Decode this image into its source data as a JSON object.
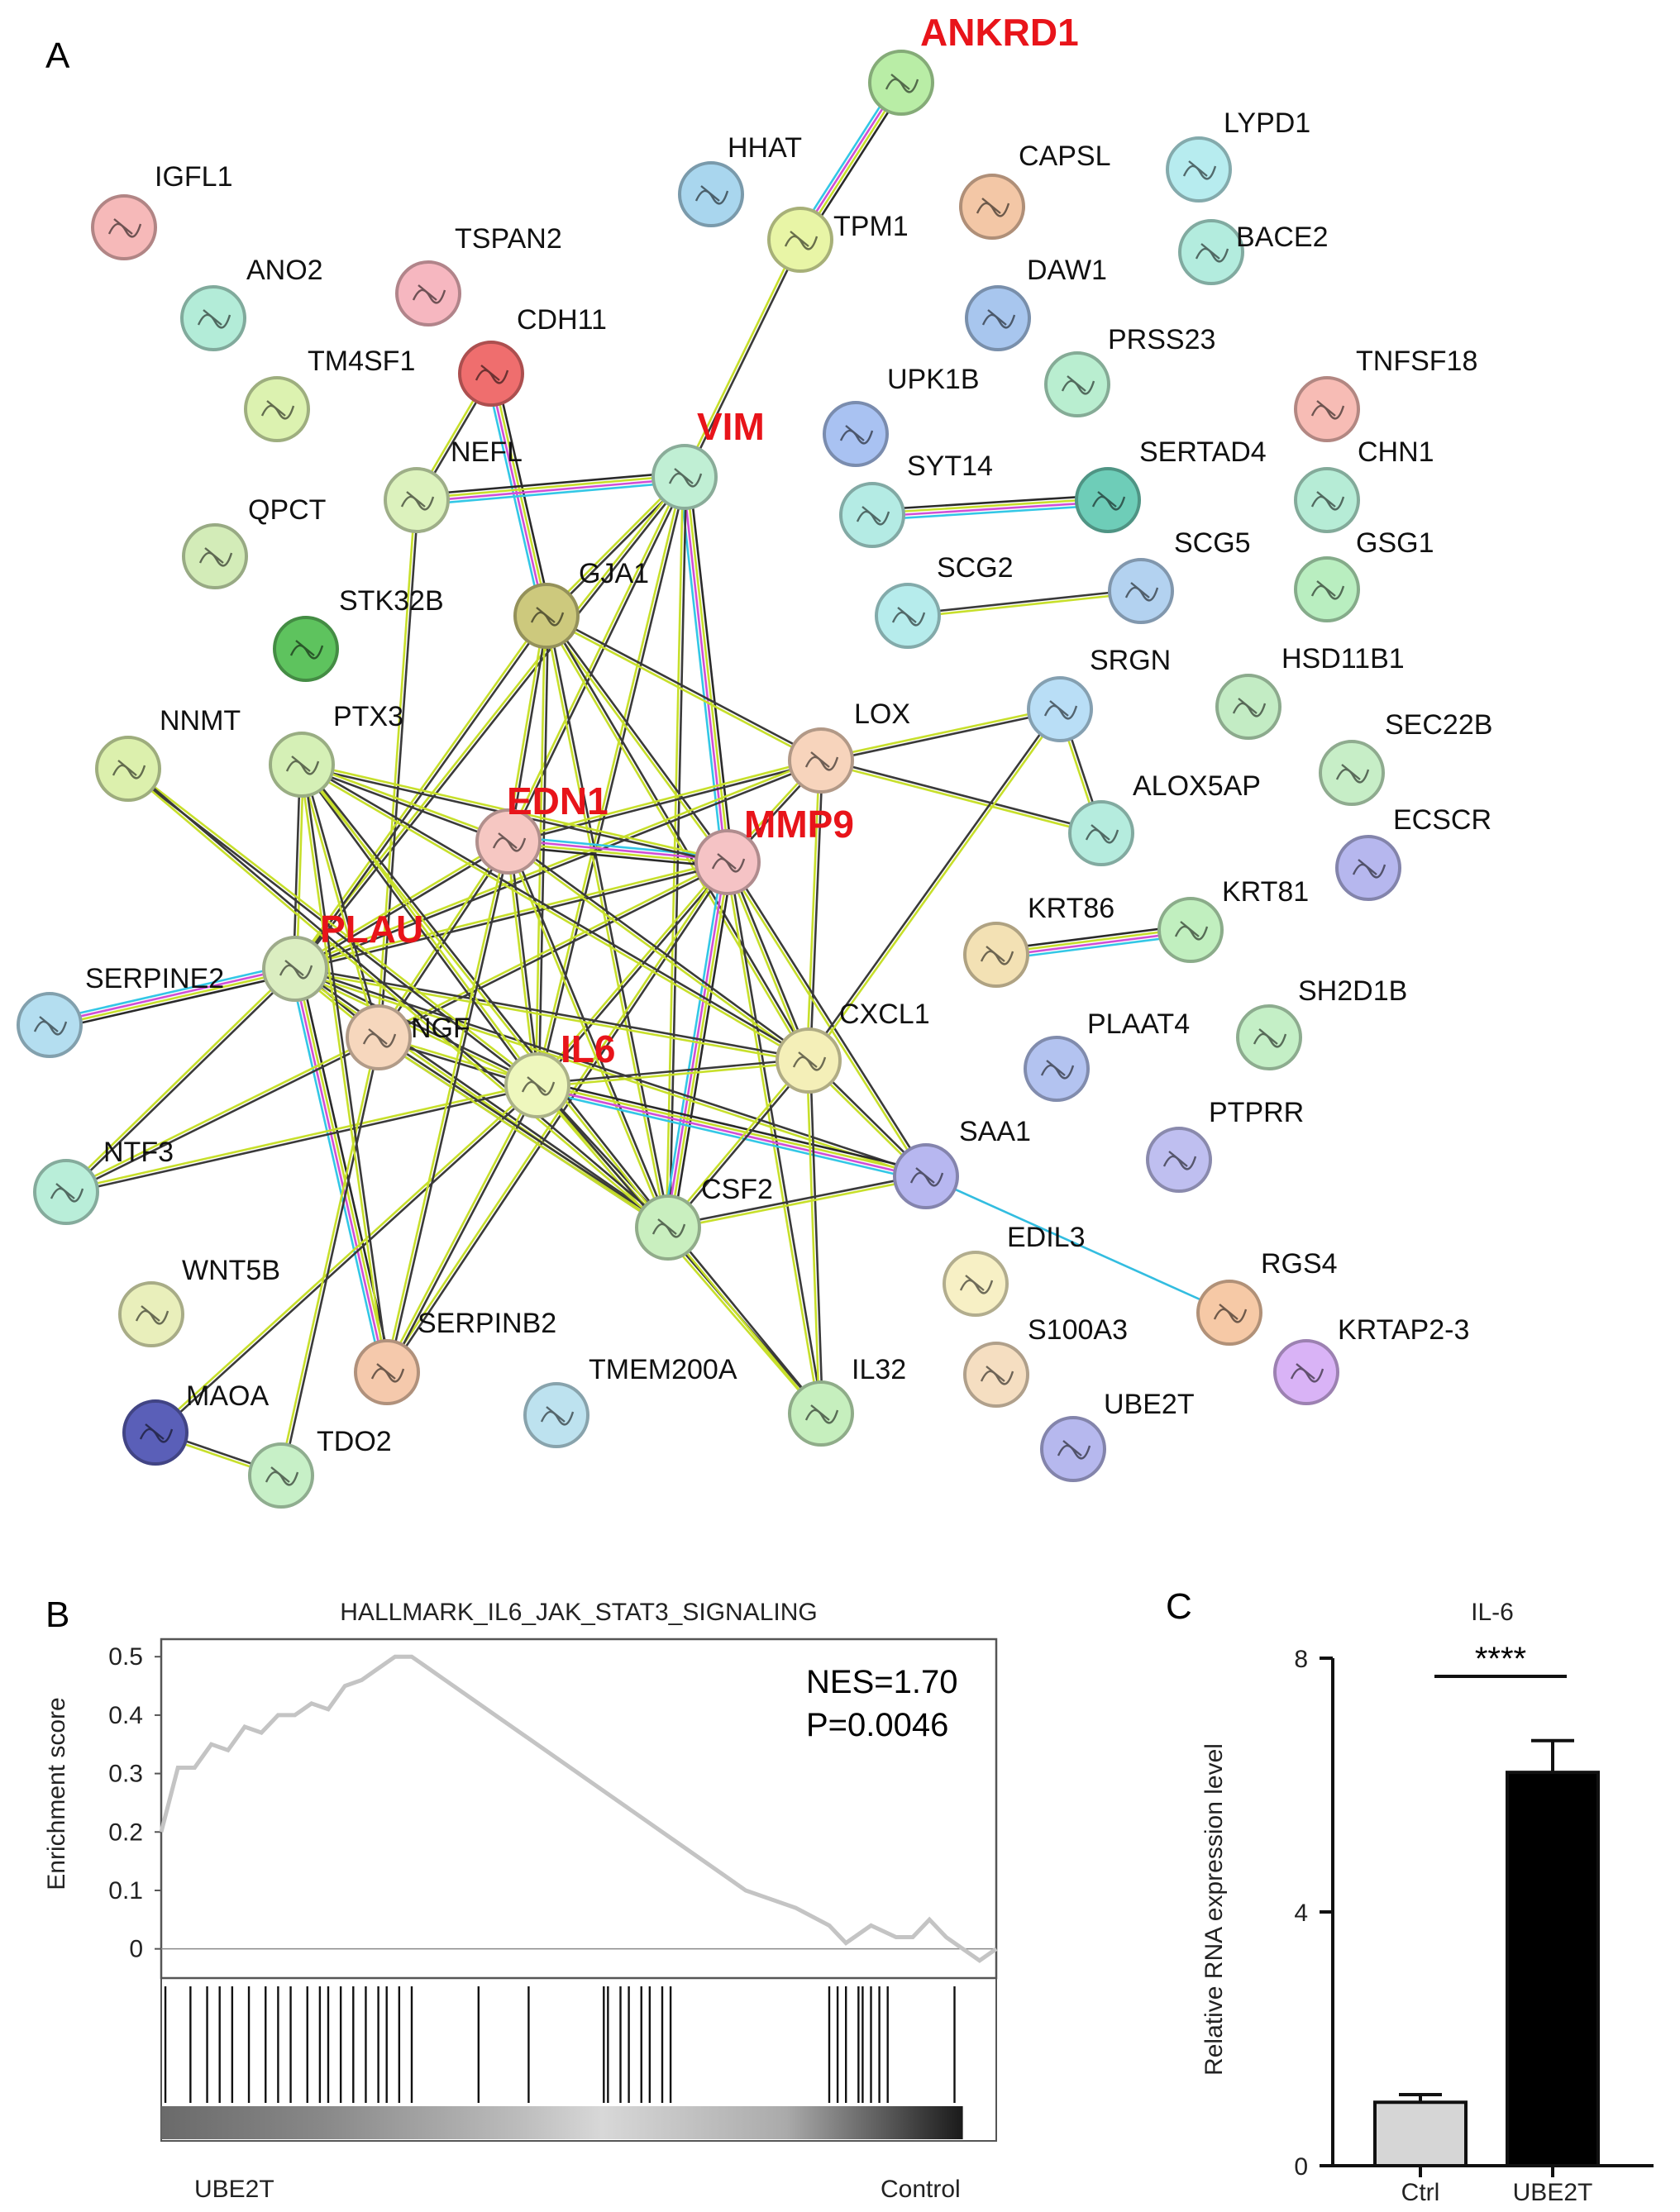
{
  "panels": {
    "a": "A",
    "b": "B",
    "c": "C"
  },
  "network": {
    "highlight_color": "#e8141a",
    "nodes": [
      {
        "id": "ANKRD1",
        "color": "#b9eda6",
        "highlight": true
      },
      {
        "id": "HHAT",
        "color": "#a9d6ee"
      },
      {
        "id": "CAPSL",
        "color": "#f3c7a6"
      },
      {
        "id": "LYPD1",
        "color": "#b7ecef"
      },
      {
        "id": "IGFL1",
        "color": "#f6b9b9"
      },
      {
        "id": "TPM1",
        "color": "#e8f5a6"
      },
      {
        "id": "BACE2",
        "color": "#b3ecde"
      },
      {
        "id": "ANO2",
        "color": "#b3ecd8"
      },
      {
        "id": "TSPAN2",
        "color": "#f6b7c0"
      },
      {
        "id": "DAW1",
        "color": "#a8c6ee"
      },
      {
        "id": "TM4SF1",
        "color": "#dcf2b0"
      },
      {
        "id": "CDH11",
        "color": "#ef6e6e"
      },
      {
        "id": "PRSS23",
        "color": "#b9eed0"
      },
      {
        "id": "TNFSF18",
        "color": "#f7bcb5"
      },
      {
        "id": "UPK1B",
        "color": "#a9c2f2"
      },
      {
        "id": "VIM",
        "color": "#c0efd4",
        "highlight": true
      },
      {
        "id": "NEFL",
        "color": "#dcf2bd"
      },
      {
        "id": "SYT14",
        "color": "#b4ebe4"
      },
      {
        "id": "SERTAD4",
        "color": "#6ecdb8"
      },
      {
        "id": "CHN1",
        "color": "#b6ecd6"
      },
      {
        "id": "QPCT",
        "color": "#d3ecb8"
      },
      {
        "id": "SCG5",
        "color": "#b3d2f0"
      },
      {
        "id": "GSG1",
        "color": "#b9eec0"
      },
      {
        "id": "GJA1",
        "color": "#cdc97d"
      },
      {
        "id": "SCG2",
        "color": "#b6ecec"
      },
      {
        "id": "STK32B",
        "color": "#5ec35e"
      },
      {
        "id": "SRGN",
        "color": "#b9def6"
      },
      {
        "id": "HSD11B1",
        "color": "#c3ecc4"
      },
      {
        "id": "NNMT",
        "color": "#dcf0ad"
      },
      {
        "id": "PTX3",
        "color": "#d5f0b6"
      },
      {
        "id": "LOX",
        "color": "#f7d4bc"
      },
      {
        "id": "SEC22B",
        "color": "#c7eec7"
      },
      {
        "id": "EDN1",
        "color": "#f6c7c2",
        "highlight": true
      },
      {
        "id": "ALOX5AP",
        "color": "#b5ecde"
      },
      {
        "id": "MMP9",
        "color": "#f5c3c5",
        "highlight": true
      },
      {
        "id": "ECSCR",
        "color": "#b6b7ee"
      },
      {
        "id": "KRT81",
        "color": "#c1efbf"
      },
      {
        "id": "KRT86",
        "color": "#f3e1b4"
      },
      {
        "id": "PLAU",
        "color": "#dbeec1",
        "highlight": true
      },
      {
        "id": "SERPINE2",
        "color": "#b4def0"
      },
      {
        "id": "SH2D1B",
        "color": "#c4efc6"
      },
      {
        "id": "CXCL1",
        "color": "#f4efb8"
      },
      {
        "id": "NGF",
        "color": "#f6d7bd"
      },
      {
        "id": "IL6",
        "color": "#eef7bd",
        "highlight": true
      },
      {
        "id": "PLAAT4",
        "color": "#b3c3f0"
      },
      {
        "id": "PTPRR",
        "color": "#bfbff0"
      },
      {
        "id": "SAA1",
        "color": "#b7b7f0"
      },
      {
        "id": "NTF3",
        "color": "#b9eed9"
      },
      {
        "id": "CSF2",
        "color": "#c9efbf"
      },
      {
        "id": "EDIL3",
        "color": "#f7f0c5"
      },
      {
        "id": "RGS4",
        "color": "#f6c9a6"
      },
      {
        "id": "WNT5B",
        "color": "#e9efbb"
      },
      {
        "id": "KRTAP2-3",
        "color": "#d9b3f6"
      },
      {
        "id": "SERPINB2",
        "color": "#f5c9ac"
      },
      {
        "id": "S100A3",
        "color": "#f5dec1"
      },
      {
        "id": "TMEM200A",
        "color": "#bde2ef"
      },
      {
        "id": "IL32",
        "color": "#c6efbe"
      },
      {
        "id": "MAOA",
        "color": "#5a5fb8"
      },
      {
        "id": "UBE2T",
        "color": "#b6b8ee"
      },
      {
        "id": "TDO2",
        "color": "#c7f0c7"
      }
    ],
    "edges": [
      [
        "ANKRD1",
        "TPM1"
      ],
      [
        "TPM1",
        "VIM"
      ],
      [
        "CDH11",
        "GJA1"
      ],
      [
        "NEFL",
        "VIM"
      ],
      [
        "SYT14",
        "SERTAD4"
      ],
      [
        "SCG2",
        "SCG5"
      ],
      [
        "SRGN",
        "ALOX5AP"
      ],
      [
        "SRGN",
        "LOX"
      ],
      [
        "KRT86",
        "KRT81"
      ],
      [
        "SAA1",
        "RGS4"
      ],
      [
        "MAOA",
        "TDO2"
      ],
      [
        "VIM",
        "GJA1"
      ],
      [
        "VIM",
        "MMP9"
      ],
      [
        "VIM",
        "EDN1"
      ],
      [
        "VIM",
        "IL6"
      ],
      [
        "VIM",
        "PLAU"
      ],
      [
        "VIM",
        "CSF2"
      ],
      [
        "CDH11",
        "NEFL"
      ],
      [
        "NEFL",
        "NGF"
      ],
      [
        "GJA1",
        "LOX"
      ],
      [
        "GJA1",
        "EDN1"
      ],
      [
        "GJA1",
        "MMP9"
      ],
      [
        "GJA1",
        "IL6"
      ],
      [
        "GJA1",
        "PLAU"
      ],
      [
        "GJA1",
        "CSF2"
      ],
      [
        "GJA1",
        "CXCL1"
      ],
      [
        "LOX",
        "MMP9"
      ],
      [
        "LOX",
        "EDN1"
      ],
      [
        "LOX",
        "CXCL1"
      ],
      [
        "LOX",
        "ALOX5AP"
      ],
      [
        "LOX",
        "PLAU"
      ],
      [
        "MMP9",
        "EDN1"
      ],
      [
        "MMP9",
        "PLAU"
      ],
      [
        "MMP9",
        "IL6"
      ],
      [
        "MMP9",
        "CXCL1"
      ],
      [
        "MMP9",
        "CSF2"
      ],
      [
        "MMP9",
        "SAA1"
      ],
      [
        "MMP9",
        "NGF"
      ],
      [
        "MMP9",
        "IL32"
      ],
      [
        "MMP9",
        "PTX3"
      ],
      [
        "MMP9",
        "SERPINB2"
      ],
      [
        "EDN1",
        "IL6"
      ],
      [
        "EDN1",
        "PLAU"
      ],
      [
        "EDN1",
        "PTX3"
      ],
      [
        "EDN1",
        "CXCL1"
      ],
      [
        "EDN1",
        "NGF"
      ],
      [
        "EDN1",
        "CSF2"
      ],
      [
        "PLAU",
        "SERPINE2"
      ],
      [
        "PLAU",
        "IL6"
      ],
      [
        "PLAU",
        "CXCL1"
      ],
      [
        "PLAU",
        "NGF"
      ],
      [
        "PLAU",
        "CSF2"
      ],
      [
        "PLAU",
        "SERPINB2"
      ],
      [
        "PLAU",
        "PTX3"
      ],
      [
        "PLAU",
        "NTF3"
      ],
      [
        "PLAU",
        "SAA1"
      ],
      [
        "IL6",
        "CXCL1"
      ],
      [
        "IL6",
        "CSF2"
      ],
      [
        "IL6",
        "NGF"
      ],
      [
        "IL6",
        "SAA1"
      ],
      [
        "IL6",
        "PTX3"
      ],
      [
        "IL6",
        "IL32"
      ],
      [
        "IL6",
        "SERPINB2"
      ],
      [
        "IL6",
        "NTF3"
      ],
      [
        "IL6",
        "MAOA"
      ],
      [
        "IL6",
        "NNMT"
      ],
      [
        "CXCL1",
        "CSF2"
      ],
      [
        "CXCL1",
        "SAA1"
      ],
      [
        "CXCL1",
        "SRGN"
      ],
      [
        "CXCL1",
        "IL32"
      ],
      [
        "CSF2",
        "SAA1"
      ],
      [
        "CSF2",
        "IL32"
      ],
      [
        "CSF2",
        "NGF"
      ],
      [
        "PTX3",
        "NGF"
      ],
      [
        "PTX3",
        "CXCL1"
      ],
      [
        "PTX3",
        "CSF2"
      ],
      [
        "NGF",
        "NTF3"
      ],
      [
        "NGF",
        "TDO2"
      ],
      [
        "NGF",
        "CSF2"
      ],
      [
        "NNMT",
        "CSF2"
      ],
      [
        "EDN1",
        "SERPINB2"
      ],
      [
        "PTX3",
        "SERPINB2"
      ]
    ],
    "multi_edges": [
      [
        "ANKRD1",
        "TPM1"
      ],
      [
        "SYT14",
        "SERTAD4"
      ],
      [
        "KRT86",
        "KRT81"
      ],
      [
        "NEFL",
        "VIM"
      ],
      [
        "VIM",
        "MMP9"
      ],
      [
        "CDH11",
        "GJA1"
      ],
      [
        "PLAU",
        "SERPINE2"
      ],
      [
        "EDN1",
        "MMP9"
      ],
      [
        "PLAU",
        "SERPINB2"
      ],
      [
        "MMP9",
        "CSF2"
      ],
      [
        "IL6",
        "SAA1"
      ]
    ]
  },
  "gsea": {
    "title": "HALLMARK_IL6_JAK_STAT3_SIGNALING",
    "ylabel": "Enrichment score",
    "nes": "NES=1.70",
    "p": "P=0.0046",
    "left_label": "UBE2T",
    "right_label": "Control",
    "line_color": "#c4c4c4"
  },
  "chart_data": [
    {
      "type": "line",
      "title": "HALLMARK_IL6_JAK_STAT3_SIGNALING",
      "ylabel": "Enrichment score",
      "xlim": [
        0,
        1
      ],
      "ylim": [
        -0.05,
        0.53
      ],
      "yticks": [
        "0",
        "0.1",
        "0.2",
        "0.3",
        "0.4",
        "0.5"
      ],
      "x": [
        0.0,
        0.02,
        0.04,
        0.06,
        0.08,
        0.1,
        0.12,
        0.14,
        0.16,
        0.18,
        0.2,
        0.22,
        0.24,
        0.26,
        0.28,
        0.3,
        0.32,
        0.34,
        0.4,
        0.5,
        0.6,
        0.66,
        0.7,
        0.76,
        0.8,
        0.82,
        0.85,
        0.88,
        0.9,
        0.92,
        0.94,
        0.96,
        0.98,
        1.0
      ],
      "y": [
        0.2,
        0.31,
        0.31,
        0.35,
        0.34,
        0.38,
        0.37,
        0.4,
        0.4,
        0.42,
        0.41,
        0.45,
        0.46,
        0.48,
        0.5,
        0.5,
        0.48,
        0.46,
        0.4,
        0.3,
        0.2,
        0.14,
        0.1,
        0.07,
        0.04,
        0.01,
        0.04,
        0.02,
        0.02,
        0.05,
        0.02,
        0.0,
        -0.02,
        0.0
      ],
      "hits": [
        0.005,
        0.035,
        0.055,
        0.07,
        0.085,
        0.105,
        0.125,
        0.14,
        0.155,
        0.175,
        0.19,
        0.2,
        0.215,
        0.23,
        0.245,
        0.26,
        0.27,
        0.285,
        0.3,
        0.38,
        0.44,
        0.53,
        0.535,
        0.55,
        0.56,
        0.575,
        0.585,
        0.6,
        0.61,
        0.8,
        0.81,
        0.82,
        0.835,
        0.84,
        0.85,
        0.86,
        0.87,
        0.95
      ],
      "annotations": [
        "NES=1.70",
        "P=0.0046"
      ],
      "xlabels": [
        "UBE2T",
        "Control"
      ]
    },
    {
      "type": "bar",
      "title": "IL-6",
      "ylabel": "Relative RNA expression level",
      "categories": [
        "Ctrl",
        "UBE2T"
      ],
      "values": [
        1.0,
        6.2
      ],
      "errors": [
        0.12,
        0.5
      ],
      "colors": [
        "#d6d6d6",
        "#000000"
      ],
      "ylim": [
        0,
        8
      ],
      "yticks": [
        "0",
        "4",
        "8"
      ],
      "significance": "****"
    }
  ]
}
